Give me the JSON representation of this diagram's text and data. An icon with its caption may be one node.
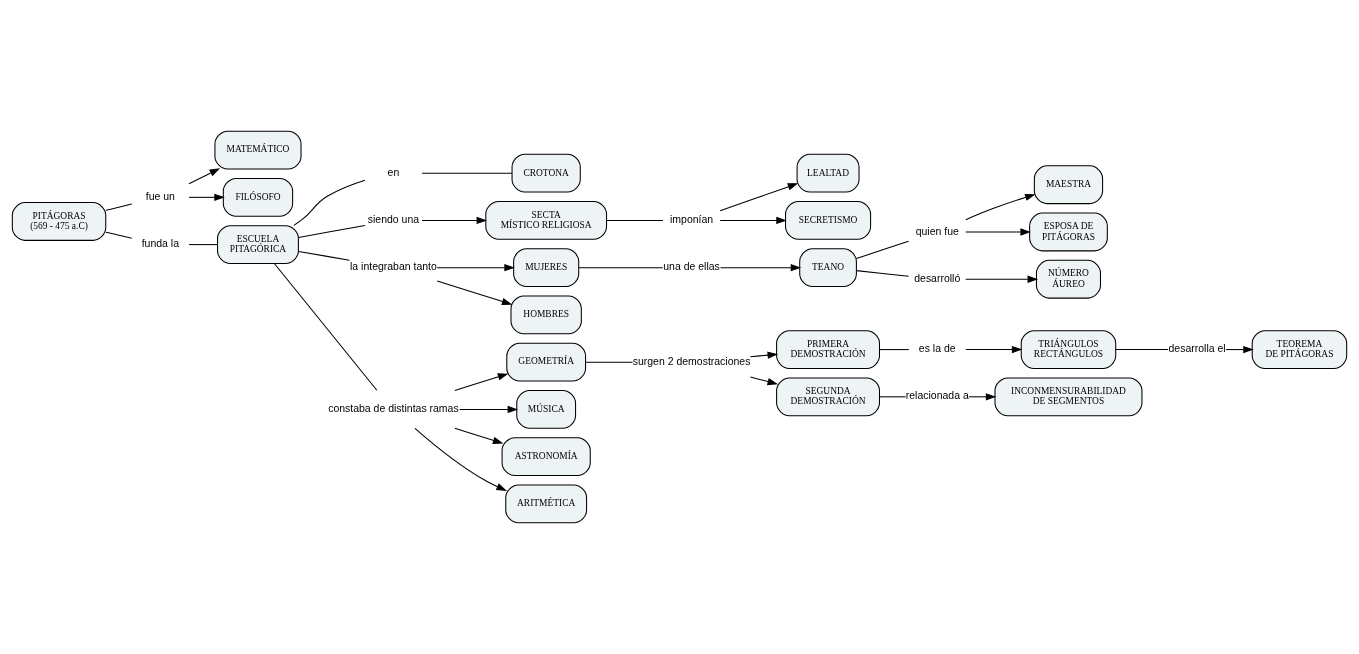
{
  "diagram": {
    "nodes": [
      {
        "text": [
          "PITÁGORAS (569 - 475 a.C)"
        ]
      },
      {
        "text": [
          "fue un"
        ]
      },
      {
        "text": [
          "MATEMÁTICO"
        ]
      },
      {
        "text": [
          "FILÓSOFO"
        ]
      },
      {
        "text": [
          "funda la"
        ]
      },
      {
        "text": [
          "ESCUELA PITAGÓRICA"
        ]
      },
      {
        "text": [
          "en"
        ]
      },
      {
        "text": [
          "CROTONA"
        ]
      },
      {
        "text": [
          "siendo una"
        ]
      },
      {
        "text": [
          "SECTA MÍSTICO RELIGIOSA"
        ]
      },
      {
        "text": [
          "imponían"
        ]
      },
      {
        "text": [
          "LEALTAD"
        ]
      },
      {
        "text": [
          "SECRETISMO"
        ]
      },
      {
        "text": [
          "la integraban tanto"
        ]
      },
      {
        "text": [
          "MUJERES"
        ]
      },
      {
        "text": [
          "HOMBRES"
        ]
      },
      {
        "text": [
          "una de ellas"
        ]
      },
      {
        "text": [
          "TEANO"
        ]
      },
      {
        "text": [
          "quien fue"
        ]
      },
      {
        "text": [
          "MAESTRA"
        ]
      },
      {
        "text": [
          "ESPOSA DE PITÁGORAS"
        ]
      },
      {
        "text": [
          "desarrolló"
        ]
      },
      {
        "text": [
          "NÚMERO ÁUREO"
        ]
      },
      {
        "text": [
          "constaba de distintas ramas"
        ]
      },
      {
        "text": [
          "GEOMETRÍA"
        ]
      },
      {
        "text": [
          "MÚSICA"
        ]
      },
      {
        "text": [
          "ASTRONOMÍA"
        ]
      },
      {
        "text": [
          "ARITMÉTICA"
        ]
      },
      {
        "text": [
          "surgen 2 demostraciones"
        ]
      },
      {
        "text": [
          "PRIMERA DEMOSTRACIÓN"
        ]
      },
      {
        "text": [
          "SEGUNDA DEMOSTRACIÓN"
        ]
      },
      {
        "text": [
          "es la de"
        ]
      },
      {
        "text": [
          "TRIÁNGULOS RECTÁNGULOS"
        ]
      },
      {
        "text": [
          "desarrolla el"
        ]
      },
      {
        "text": [
          "TEOREMA DE PITÁGORAS"
        ]
      },
      {
        "text": [
          "relacionada a"
        ]
      },
      {
        "text": [
          "INCONMENSURABILIDAD DE SEGMENTOS"
        ]
      }
    ],
    "edges": [
      {
        "from": 0,
        "to": 1,
        "arrow": "none"
      },
      {
        "from": 1,
        "to": 2,
        "arrow": "to"
      },
      {
        "from": 1,
        "to": 3,
        "arrow": "to"
      },
      {
        "from": 0,
        "to": 4,
        "arrow": "none"
      },
      {
        "from": 4,
        "to": 5,
        "arrow": "none"
      },
      {
        "from": 5,
        "to": 6,
        "arrow": "none"
      },
      {
        "from": 6,
        "to": 7,
        "arrow": "none"
      },
      {
        "from": 5,
        "to": 8,
        "arrow": "none"
      },
      {
        "from": 8,
        "to": 9,
        "arrow": "to"
      },
      {
        "from": 9,
        "to": 10,
        "arrow": "none"
      },
      {
        "from": 10,
        "to": 11,
        "arrow": "to"
      },
      {
        "from": 10,
        "to": 12,
        "arrow": "to"
      },
      {
        "from": 5,
        "to": 13,
        "arrow": "none"
      },
      {
        "from": 13,
        "to": 14,
        "arrow": "to"
      },
      {
        "from": 13,
        "to": 15,
        "arrow": "to"
      },
      {
        "from": 14,
        "to": 16,
        "arrow": "none"
      },
      {
        "from": 16,
        "to": 17,
        "arrow": "to"
      },
      {
        "from": 17,
        "to": 18,
        "arrow": "none"
      },
      {
        "from": 18,
        "to": 19,
        "arrow": "to"
      },
      {
        "from": 18,
        "to": 20,
        "arrow": "to"
      },
      {
        "from": 17,
        "to": 21,
        "arrow": "none"
      },
      {
        "from": 21,
        "to": 22,
        "arrow": "to"
      },
      {
        "from": 5,
        "to": 23,
        "arrow": "none"
      },
      {
        "from": 23,
        "to": 24,
        "arrow": "to"
      },
      {
        "from": 23,
        "to": 25,
        "arrow": "to"
      },
      {
        "from": 23,
        "to": 26,
        "arrow": "to"
      },
      {
        "from": 23,
        "to": 27,
        "arrow": "to"
      },
      {
        "from": 24,
        "to": 28,
        "arrow": "none"
      },
      {
        "from": 28,
        "to": 29,
        "arrow": "to"
      },
      {
        "from": 28,
        "to": 30,
        "arrow": "to"
      },
      {
        "from": 29,
        "to": 31,
        "arrow": "none"
      },
      {
        "from": 31,
        "to": 32,
        "arrow": "to"
      },
      {
        "from": 32,
        "to": 33,
        "arrow": "none"
      },
      {
        "from": 33,
        "to": 34,
        "arrow": "to"
      },
      {
        "from": 30,
        "to": 35,
        "arrow": "none"
      },
      {
        "from": 35,
        "to": 36,
        "arrow": "to"
      }
    ]
  }
}
